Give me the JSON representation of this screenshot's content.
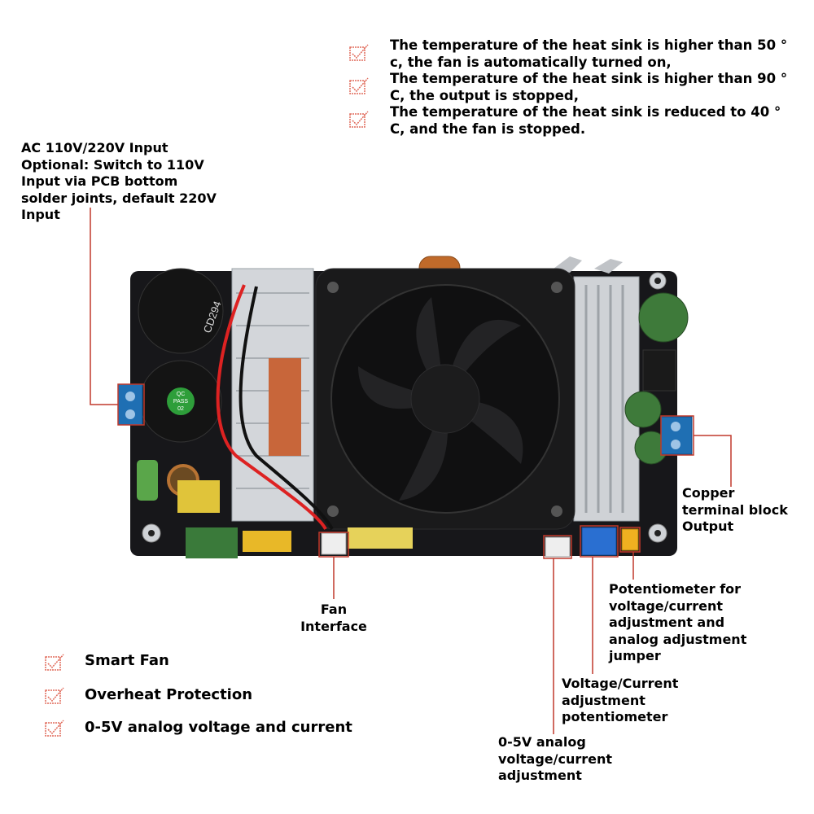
{
  "top_notes": [
    {
      "line1": "The temperature of the heat sink is higher than 50 °",
      "line2": "c, the fan is automatically turned on,"
    },
    {
      "line1": "The temperature of the heat sink is higher than 90 °",
      "line2": "C, the output is stopped,"
    },
    {
      "line1": "The temperature of the heat sink is reduced to 40 °",
      "line2": "C, and the fan is stopped."
    }
  ],
  "callouts": {
    "ac_input": [
      "AC 110V/220V Input",
      "Optional: Switch to 110V",
      "Input via PCB bottom",
      "solder joints, default 220V",
      "Input"
    ],
    "copper_output": [
      "Copper",
      "terminal block",
      "Output"
    ],
    "potentiometer_jumper": [
      "Potentiometer for",
      "voltage/current",
      "adjustment and",
      "analog adjustment",
      "jumper"
    ],
    "fan_interface": [
      "Fan",
      "Interface"
    ],
    "vc_potentiometer": [
      "Voltage/Current",
      "adjustment",
      "potentiometer"
    ],
    "analog_adjust": [
      "0-5V analog",
      "voltage/current",
      "adjustment"
    ]
  },
  "features": [
    "Smart Fan",
    "Overheat Protection",
    "0-5V analog voltage and current"
  ],
  "board_markings": {
    "capacitor": "CD294",
    "qc_badge": [
      "QC",
      "PASS",
      "02"
    ]
  },
  "colors": {
    "callout_line": "#c0392b",
    "check_icon": "#e06a5a",
    "pcb": "#17171a",
    "terminal": "#1f6fb3",
    "heatsink": "#cfd2d6"
  }
}
